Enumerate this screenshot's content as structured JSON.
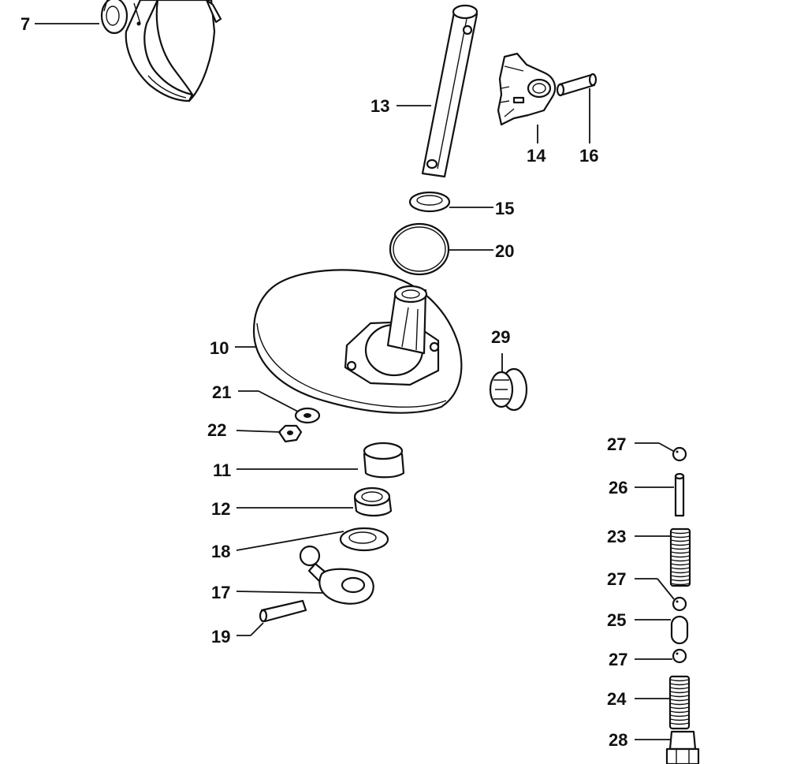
{
  "callouts": [
    {
      "id": "c7",
      "text": "7"
    },
    {
      "id": "c13",
      "text": "13"
    },
    {
      "id": "c14",
      "text": "14"
    },
    {
      "id": "c16",
      "text": "16"
    },
    {
      "id": "c15",
      "text": "15"
    },
    {
      "id": "c20",
      "text": "20"
    },
    {
      "id": "c29",
      "text": "29"
    },
    {
      "id": "c10",
      "text": "10"
    },
    {
      "id": "c21",
      "text": "21"
    },
    {
      "id": "c22",
      "text": "22"
    },
    {
      "id": "c11",
      "text": "11"
    },
    {
      "id": "c12",
      "text": "12"
    },
    {
      "id": "c18",
      "text": "18"
    },
    {
      "id": "c17",
      "text": "17"
    },
    {
      "id": "c19",
      "text": "19"
    },
    {
      "id": "c27a",
      "text": "27"
    },
    {
      "id": "c26",
      "text": "26"
    },
    {
      "id": "c23",
      "text": "23"
    },
    {
      "id": "c27b",
      "text": "27"
    },
    {
      "id": "c25",
      "text": "25"
    },
    {
      "id": "c27c",
      "text": "27"
    },
    {
      "id": "c24",
      "text": "24"
    },
    {
      "id": "c28",
      "text": "28"
    }
  ]
}
